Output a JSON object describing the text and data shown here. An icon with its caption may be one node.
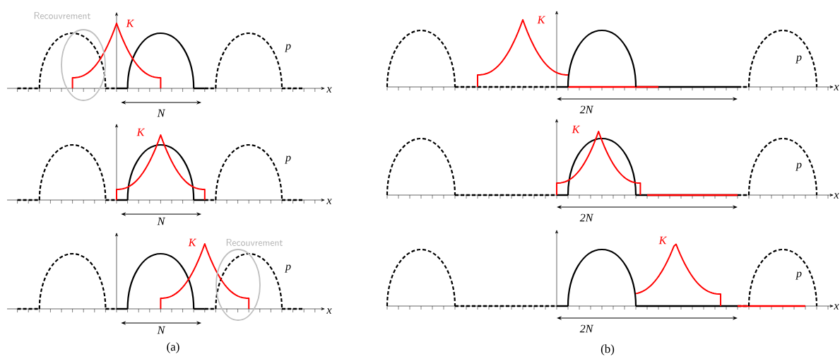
{
  "diagram": {
    "labels": [
      "Recouvrement",
      "K",
      "p",
      "x",
      "N",
      "K",
      "p",
      "x",
      "2N",
      "K",
      "p",
      "x",
      "N",
      "K",
      "p",
      "x",
      "2N",
      "K",
      "Recouvrement",
      "p",
      "x",
      "N",
      "K",
      "p",
      "x",
      "2N",
      "(a)",
      "(b)"
    ]
  }
}
